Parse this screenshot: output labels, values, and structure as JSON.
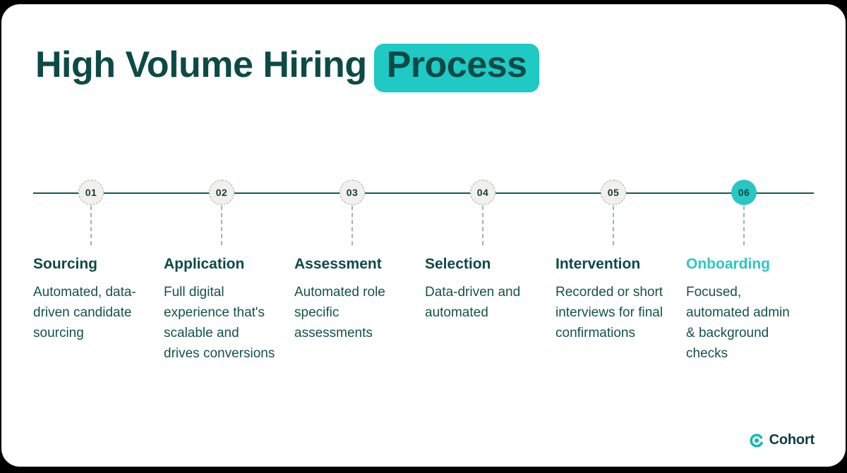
{
  "header": {
    "title_plain": "High Volume Hiring",
    "title_highlight": "Process"
  },
  "steps": [
    {
      "number": "01",
      "title": "Sourcing",
      "description": "Automated, data-driven candidate sourcing",
      "active": false
    },
    {
      "number": "02",
      "title": "Application",
      "description": "Full digital experience that's scalable and drives conversions",
      "active": false
    },
    {
      "number": "03",
      "title": "Assessment",
      "description": "Automated role specific assessments",
      "active": false
    },
    {
      "number": "04",
      "title": "Selection",
      "description": "Data-driven and automated",
      "active": false
    },
    {
      "number": "05",
      "title": "Intervention",
      "description": "Recorded or short interviews for final confirmations",
      "active": false
    },
    {
      "number": "06",
      "title": "Onboarding",
      "description": "Focused, automated admin & background checks",
      "active": true
    }
  ],
  "footer": {
    "brand": "Cohort"
  },
  "colors": {
    "dark_teal": "#0D4A46",
    "accent_teal": "#1FC9C4",
    "circle_fill": "#F1F0EB",
    "line": "#0E5B54"
  }
}
